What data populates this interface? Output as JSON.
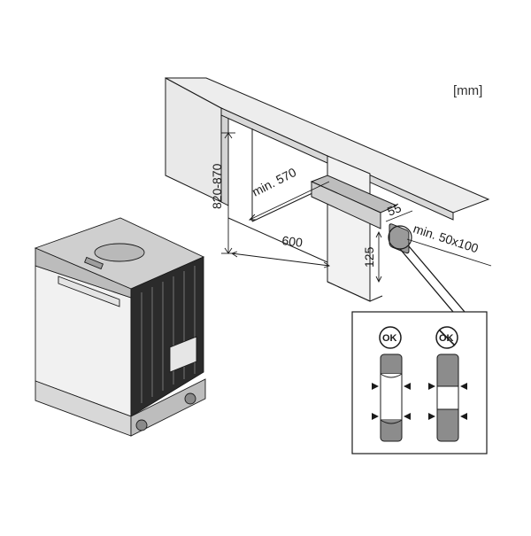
{
  "diagram": {
    "unit_label": "[mm]",
    "dimensions": {
      "height_range": "820-870",
      "min_depth": "min. 570",
      "width": "600",
      "depth_55": "55",
      "height_125": "125",
      "opening": "min. 50x100"
    },
    "detail_panel": {
      "ok_label": "OK",
      "not_ok_label": "OK"
    }
  },
  "colors": {
    "line": "#1a1a1a",
    "cabinet_grey": "#e8e8e8",
    "dark_frame": "#2b2b2b",
    "hose_grey": "#8c8c8c",
    "panel_grey": "#dcdcdc"
  }
}
